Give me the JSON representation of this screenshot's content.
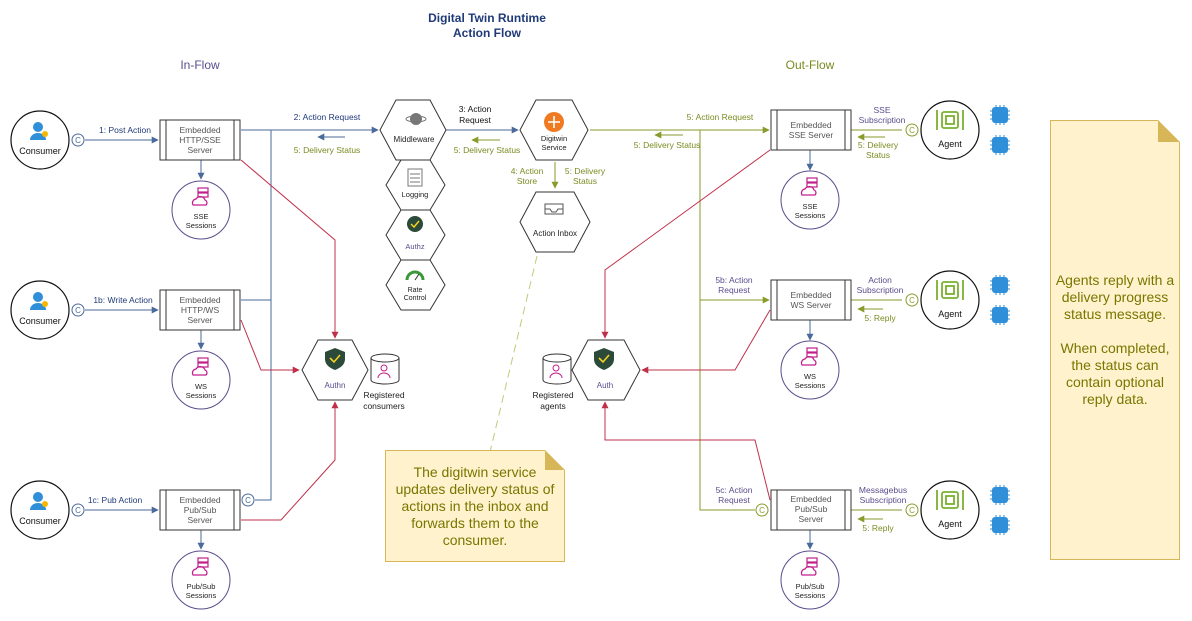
{
  "title_line1": "Digital Twin Runtime",
  "title_line2": "Action Flow",
  "in_flow": "In-Flow",
  "out_flow": "Out-Flow",
  "consumer": "Consumer",
  "agent": "Agent",
  "c_label": "C",
  "server_http_sse": [
    "Embedded",
    "HTTP/SSE",
    "Server"
  ],
  "server_http_ws": [
    "Embedded",
    "HTTP/WS",
    "Server"
  ],
  "server_pubsub": [
    "Embedded",
    "Pub/Sub",
    "Server"
  ],
  "server_sse": [
    "Embedded",
    "SSE Server"
  ],
  "server_ws": [
    "Embedded",
    "WS Server"
  ],
  "server_pubsub_out": [
    "Embedded",
    "Pub/Sub",
    "Server"
  ],
  "sessions_sse": [
    "SSE",
    "Sessions"
  ],
  "sessions_ws": [
    "WS",
    "Sessions"
  ],
  "sessions_pubsub": [
    "Pub/Sub",
    "Sessions"
  ],
  "middleware": "Middleware",
  "logging": "Logging",
  "authz": "Authz",
  "rate_control": [
    "Rate",
    "Control"
  ],
  "authn": "Authn",
  "auth": "Auth",
  "digitwin_service": [
    "Digitwin",
    "Service"
  ],
  "action_inbox": "Action Inbox",
  "registered_consumers": [
    "Registered",
    "consumers"
  ],
  "registered_agents": [
    "Registered",
    "agents"
  ],
  "labels": {
    "post_action": "1: Post Action",
    "write_action": "1b: Write Action",
    "pub_action": "1c: Pub Action",
    "action_request": "2: Action Request",
    "delivery_status_left": "5: Delivery Status",
    "action_request_3": [
      "3: Action",
      "Request"
    ],
    "delivery_status_mid": "5: Delivery Status",
    "action_store": [
      "4: Action",
      "Store"
    ],
    "delivery_status_5": [
      "5: Delivery",
      "Status"
    ],
    "action_request_5": "5: Action Request",
    "delivery_status_right": "5: Delivery Status",
    "sse_subscription": [
      "SSE",
      "Subscription"
    ],
    "delivery_status_agent": [
      "5: Delivery",
      "Status"
    ],
    "action_request_5b": [
      "5b: Action",
      "Request"
    ],
    "action_subscription": [
      "Action",
      "Subscription"
    ],
    "reply_ws": "5: Reply",
    "action_request_5c": [
      "5c: Action",
      "Request"
    ],
    "messagebus_subscription": [
      "Messagebus",
      "Subscription"
    ],
    "reply_pubsub": "5: Reply"
  },
  "note_left": "The digitwin service updates delivery status of actions in the inbox and forwards them to the consumer.",
  "note_right": "Agents reply with a delivery progress status message.\n\nWhen completed, the status can contain optional reply data.",
  "colors": {
    "blue_line": "#4a6a9b",
    "olive_line": "#8a9a2b",
    "red_line": "#c0304a",
    "label_blue": "#1f3a78",
    "label_olive": "#7a8a1f",
    "purple": "#5b4c8c"
  }
}
